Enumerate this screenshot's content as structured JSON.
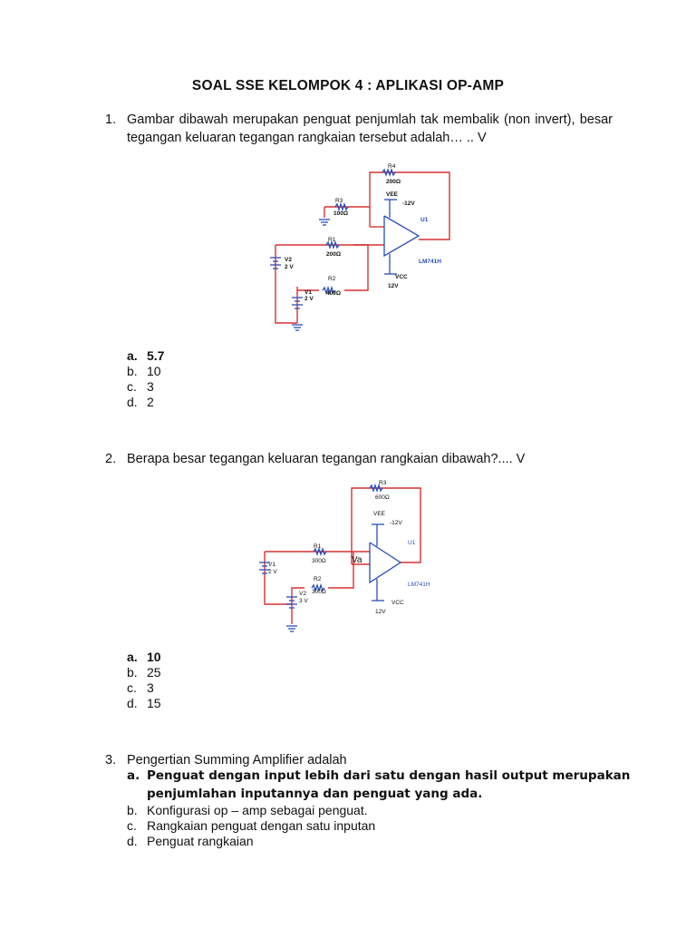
{
  "title": "SOAL SSE KELOMPOK 4 : APLIKASI OP-AMP",
  "questions": [
    {
      "number": "1.",
      "text": "Gambar dibawah merupakan penguat penjumlah tak membalik (non invert), besar tegangan keluaran tegangan rangkaian tersebut adalah… .. V",
      "options": [
        {
          "letter": "a.",
          "text": "5.7",
          "correct": true
        },
        {
          "letter": "b.",
          "text": "10"
        },
        {
          "letter": "c.",
          "text": "3"
        },
        {
          "letter": "d.",
          "text": "2"
        }
      ],
      "circuit": {
        "R4": "R4",
        "R4_val": "200Ω",
        "R3": "R3",
        "R3_val": "100Ω",
        "R1": "R1",
        "R1_val": "200Ω",
        "R2": "R2",
        "R2_val": "400Ω",
        "V2": "V2",
        "V2_val": "2 V",
        "V1": "V1",
        "V1_val": "2 V",
        "VEE": "VEE",
        "VEE_val": "-12V",
        "VCC": "VCC",
        "VCC_val": "12V",
        "U1": "U1",
        "opamp": "LM741H"
      }
    },
    {
      "number": "2.",
      "text": "Berapa besar tegangan keluaran tegangan rangkaian dibawah?.... V",
      "options": [
        {
          "letter": "a.",
          "text": "10",
          "correct": true
        },
        {
          "letter": "b.",
          "text": "25"
        },
        {
          "letter": "c.",
          "text": "3"
        },
        {
          "letter": "d.",
          "text": "15"
        }
      ],
      "circuit": {
        "R3": "R3",
        "R3_val": "600Ω",
        "R1": "R1",
        "R1_val": "300Ω",
        "R2": "R2",
        "R2_val": "300Ω",
        "V1": "V1",
        "V1_val": "2 V",
        "V2": "V2",
        "V2_val": "3 V",
        "Va": "Va",
        "VEE": "VEE",
        "VEE_val": "-12V",
        "VCC": "VCC",
        "VCC_val": "12V",
        "U1": "U1",
        "opamp": "LM741H"
      }
    },
    {
      "number": "3.",
      "text": "Pengertian Summing Amplifier adalah",
      "options": [
        {
          "letter": "a.",
          "text": "Penguat dengan input lebih dari satu dengan hasil output merupakan penjumlahan inputannya dan penguat yang ada.",
          "correct": true
        },
        {
          "letter": "b.",
          "text": "Konfigurasi op – amp sebagai penguat."
        },
        {
          "letter": "c.",
          "text": "Rangkaian penguat dengan satu inputan"
        },
        {
          "letter": "d.",
          "text": "Penguat rangkaian"
        }
      ]
    }
  ],
  "colors": {
    "wire": "#d83232",
    "component": "#2a4db8",
    "text": "#111111"
  }
}
